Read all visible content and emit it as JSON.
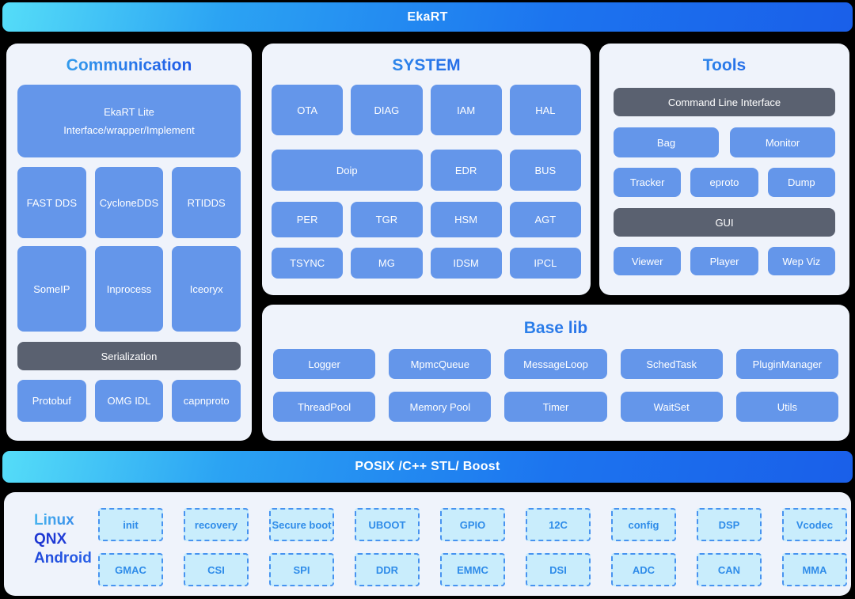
{
  "colors": {
    "page_background": "#000000",
    "panel_background": "#eff3fb",
    "node_blue": "#6496ea",
    "bar_dark_gray": "#5a6170",
    "gradient_bar_start": "#55ddf8",
    "gradient_bar_end": "#1a5fe9",
    "title_blue_start": "#36a3ec",
    "title_blue_end": "#1d50e6",
    "hw_box_fill": "#c9edfc",
    "hw_box_border": "#4793f0",
    "hw_box_text": "#2f8ce9"
  },
  "header": {
    "title": "EkaRT"
  },
  "communication": {
    "title": "Communication",
    "ekart_lite": {
      "line1": "EkaRT Lite",
      "line2": "Interface/wrapper/Implement"
    },
    "middleware": [
      "FAST DDS",
      "CycloneDDS",
      "RTIDDS"
    ],
    "transport": [
      "SomeIP",
      "Inprocess",
      "Iceoryx"
    ],
    "serialization_label": "Serialization",
    "serializers": [
      "Protobuf",
      "OMG IDL",
      "capnproto"
    ]
  },
  "system": {
    "title": "SYSTEM",
    "row1": [
      "OTA",
      "DIAG",
      "IAM",
      "HAL"
    ],
    "row2": [
      "Doip",
      "EDR",
      "BUS"
    ],
    "row3": [
      "PER",
      "TGR",
      "HSM",
      "AGT"
    ],
    "row4": [
      "TSYNC",
      "MG",
      "IDSM",
      "IPCL"
    ]
  },
  "tools": {
    "title": "Tools",
    "cli_label": "Command Line Interface",
    "capture": [
      "Bag",
      "Monitor"
    ],
    "utils": [
      "Tracker",
      "eproto",
      "Dump"
    ],
    "gui_label": "GUI",
    "viz": [
      "Viewer",
      "Player",
      "Wep Viz"
    ]
  },
  "baselib": {
    "title": "Base lib",
    "row1": [
      "Logger",
      "MpmcQueue",
      "MessageLoop",
      "SchedTask",
      "PluginManager"
    ],
    "row2": [
      "ThreadPool",
      "Memory Pool",
      "Timer",
      "WaitSet",
      "Utils"
    ]
  },
  "posix": {
    "title": "POSIX /C++ STL/ Boost"
  },
  "platform": {
    "os": [
      "Linux",
      "QNX",
      "Android"
    ],
    "hw_row1": [
      "init",
      "recovery",
      "Secure boot",
      "UBOOT",
      "GPIO",
      "12C",
      "config",
      "DSP",
      "Vcodec"
    ],
    "hw_row2": [
      "GMAC",
      "CSI",
      "SPI",
      "DDR",
      "EMMC",
      "DSI",
      "ADC",
      "CAN",
      "MMA"
    ]
  }
}
